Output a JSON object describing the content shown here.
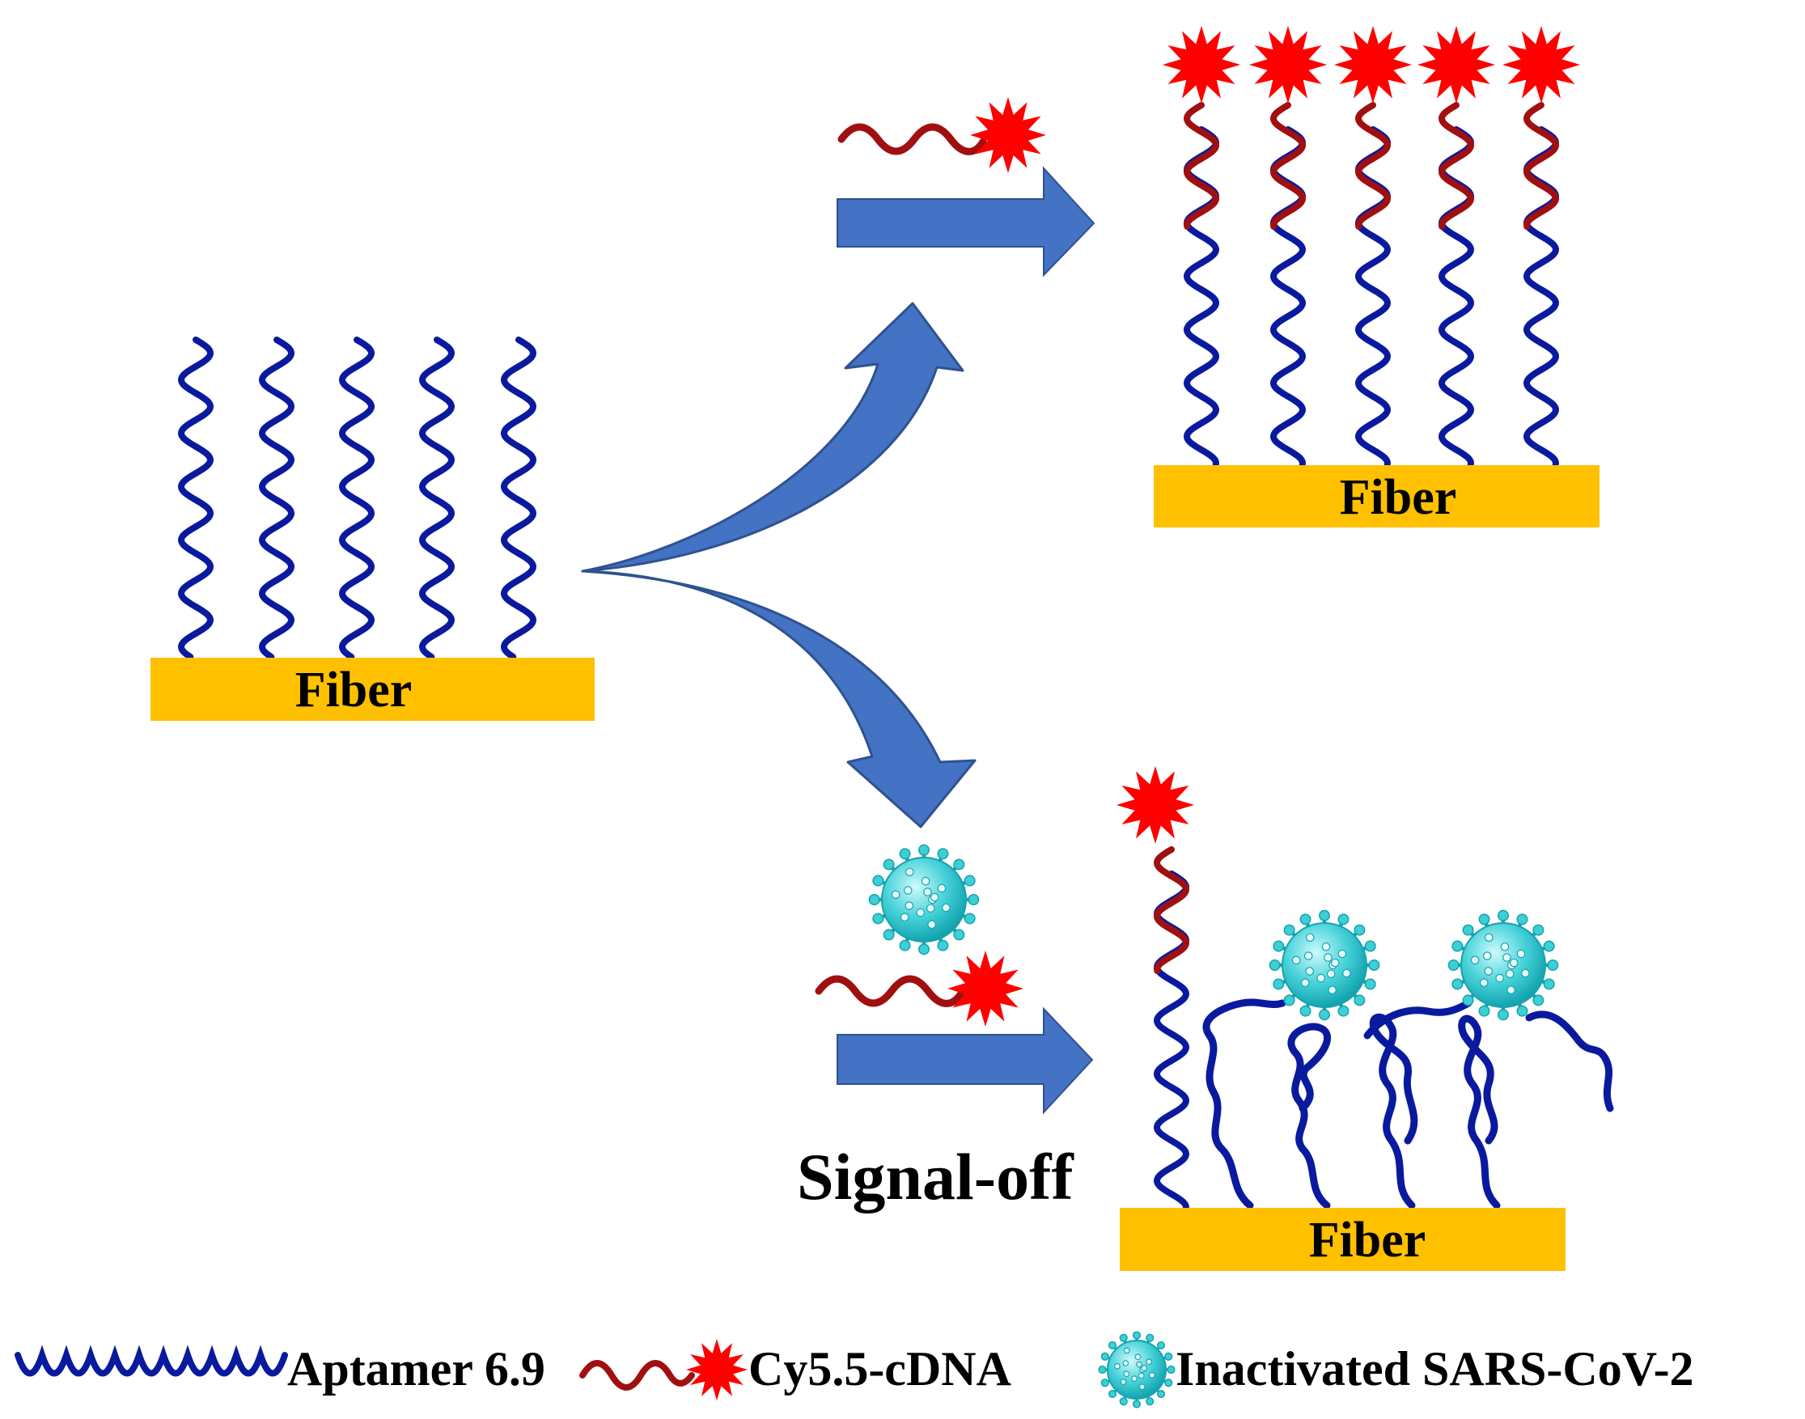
{
  "colors": {
    "fiber": "#FFC000",
    "aptamer": "#0A1A9E",
    "cdna": "#A01010",
    "star": "#FF0000",
    "arrow_fill": "#4472C4",
    "arrow_stroke": "#2F528F",
    "virus": "#3CCFD6",
    "virus_dark": "#16A3AE"
  },
  "icons": {
    "aptamer": "blue-helix-strand-icon",
    "cdna": "red-helix-strand-icon",
    "fluorophore": "red-starburst-icon",
    "virus": "cyan-virus-particle-icon",
    "arrow": "blue-block-arrow-icon"
  },
  "panels": {
    "initial": {
      "fiber_label": "Fiber"
    },
    "hybridized": {
      "fiber_label": "Fiber"
    },
    "virus_bound": {
      "fiber_label": "Fiber"
    }
  },
  "signal_label": "Signal-off",
  "legend": {
    "aptamer_label": "Aptamer 6.9",
    "cdna_label": "Cy5.5-cDNA",
    "virus_label": "Inactivated SARS-CoV-2"
  }
}
